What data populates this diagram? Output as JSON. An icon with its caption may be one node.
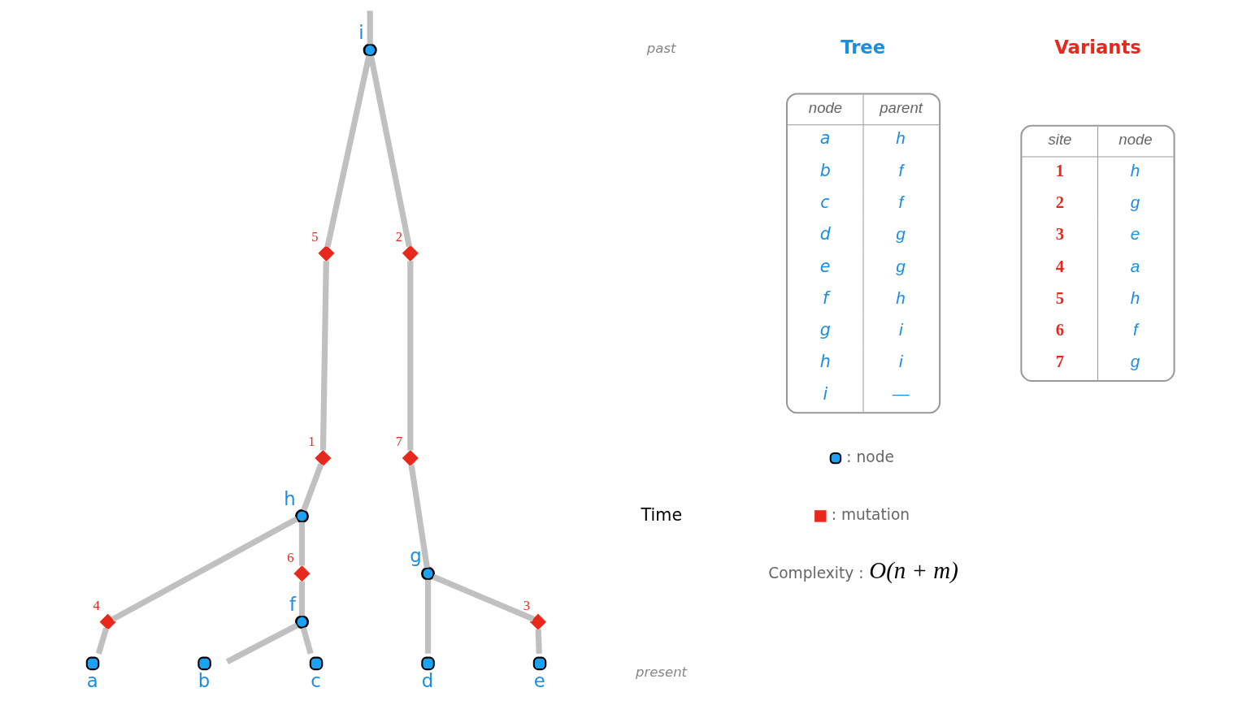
{
  "diagram": {
    "nodes": [
      {
        "text": [
          "i"
        ]
      },
      {
        "text": [
          "h"
        ]
      },
      {
        "text": [
          "g"
        ]
      },
      {
        "text": [
          "f"
        ]
      },
      {
        "text": [
          "a"
        ]
      },
      {
        "text": [
          "b"
        ]
      },
      {
        "text": [
          "c"
        ]
      },
      {
        "text": [
          "d"
        ]
      },
      {
        "text": [
          "e"
        ]
      },
      {
        "text": [
          "5"
        ]
      },
      {
        "text": [
          "1"
        ]
      },
      {
        "text": [
          "2"
        ]
      },
      {
        "text": [
          "7"
        ]
      },
      {
        "text": [
          "4"
        ]
      },
      {
        "text": [
          "6"
        ]
      },
      {
        "text": [
          "3"
        ]
      }
    ],
    "edges": [
      {
        "from": null,
        "to": 0,
        "arrow": "none"
      },
      {
        "from": 0,
        "to": 9,
        "arrow": "none"
      },
      {
        "from": 9,
        "to": 10,
        "arrow": "none"
      },
      {
        "from": 10,
        "to": 1,
        "arrow": "none"
      },
      {
        "from": 0,
        "to": 11,
        "arrow": "none"
      },
      {
        "from": 11,
        "to": 12,
        "arrow": "none"
      },
      {
        "from": 12,
        "to": 2,
        "arrow": "none"
      },
      {
        "from": 1,
        "to": 13,
        "arrow": "none"
      },
      {
        "from": 13,
        "to": 4,
        "arrow": "none"
      },
      {
        "from": 1,
        "to": 14,
        "arrow": "none"
      },
      {
        "from": 14,
        "to": 3,
        "arrow": "none"
      },
      {
        "from": 3,
        "to": 5,
        "arrow": "none"
      },
      {
        "from": 3,
        "to": 6,
        "arrow": "none"
      },
      {
        "from": 2,
        "to": 7,
        "arrow": "none"
      },
      {
        "from": 2,
        "to": 15,
        "arrow": "none"
      },
      {
        "from": 15,
        "to": 8,
        "arrow": "none"
      }
    ],
    "labels": [
      "past",
      "Time",
      "present",
      "Tree",
      "node",
      "parent",
      "a",
      "h",
      "b",
      "f",
      "c",
      "f",
      "d",
      "g",
      "e",
      "g",
      "f",
      "h",
      "g",
      "i",
      "h",
      "i",
      "i",
      "—",
      "Variants",
      "site",
      "node",
      "1",
      "h",
      "2",
      "g",
      "3",
      "e",
      "4",
      "a",
      "5",
      "h",
      "6",
      "f",
      "7",
      "g",
      "Complexity :",
      "O(n + m)"
    ],
    "legend": [
      {
        "text": ": node"
      },
      {
        "text": ": mutation"
      }
    ]
  }
}
